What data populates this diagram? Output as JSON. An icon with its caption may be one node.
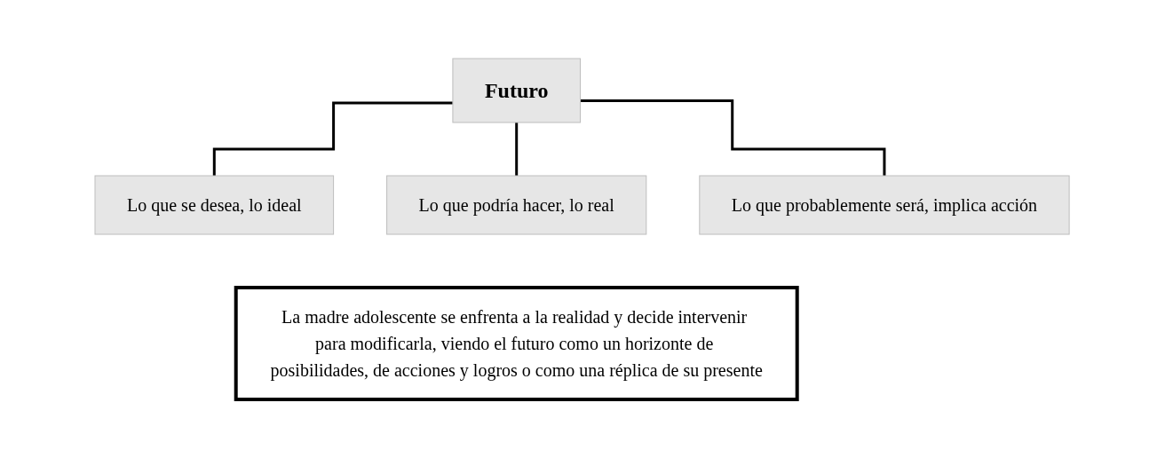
{
  "diagram": {
    "nodes": [
      {
        "text": [
          "Futuro"
        ]
      },
      {
        "text": [
          "Lo que se desea, lo ideal"
        ]
      },
      {
        "text": [
          "Lo que podría hacer, lo real"
        ]
      },
      {
        "text": [
          "Lo que probablemente será, implica acción"
        ]
      },
      {
        "text": [
          "La madre adolescente se enfrenta a la realidad y decide intervenir para modificarla, viendo el futuro como un horizonte de posibilidades, de acciones y logros o como una réplica de su presente"
        ]
      }
    ],
    "edges": [
      {
        "from": 0,
        "to": 1,
        "arrow": "none"
      },
      {
        "from": 0,
        "to": 2,
        "arrow": "none"
      },
      {
        "from": 0,
        "to": 3,
        "arrow": "none"
      }
    ]
  }
}
